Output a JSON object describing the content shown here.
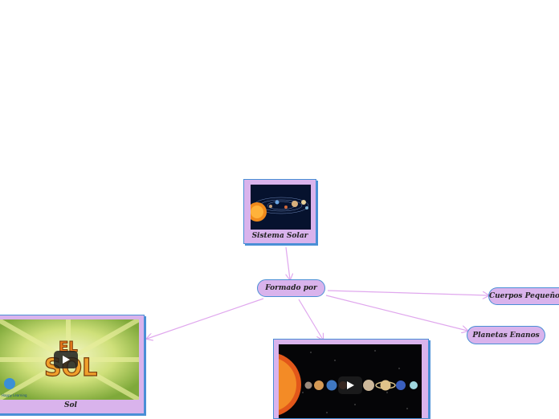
{
  "nodes": {
    "root": {
      "label": "Sistema Solar"
    },
    "connector": {
      "label": "Formado por"
    },
    "small_bodies": {
      "label": "Cuerpos Pequeños"
    },
    "dwarf_planets": {
      "label": "Planetas Enanos"
    },
    "sun": {
      "label": "Sol",
      "image_title_top": "EL",
      "image_title_bottom": "SOL",
      "badge": "Happy Learning"
    },
    "planets": {
      "label": ""
    }
  },
  "colors": {
    "node_fill": "#d9b3ec",
    "node_border": "#4a8fd6",
    "link": "#e0a8ee"
  },
  "icons": {
    "video": "play-icon"
  }
}
